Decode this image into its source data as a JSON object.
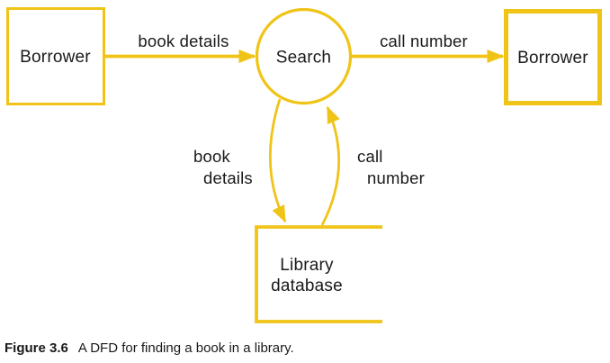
{
  "colors": {
    "accent": "#F0C417",
    "text": "#1A1A1A"
  },
  "nodes": {
    "borrower_left": {
      "label": "Borrower"
    },
    "search": {
      "label": "Search"
    },
    "borrower_right": {
      "label": "Borrower"
    },
    "library_database": {
      "line1": "Library",
      "line2": "database"
    }
  },
  "flows": {
    "book_details_in": {
      "label": "book details"
    },
    "call_number_out": {
      "label": "call number"
    },
    "book_details_to_db": {
      "line1": "book",
      "line2": "details"
    },
    "call_number_from_db": {
      "line1": "call",
      "line2": "number"
    }
  },
  "caption": {
    "number": "Figure 3.6",
    "text": "A DFD for finding a book in a library."
  }
}
